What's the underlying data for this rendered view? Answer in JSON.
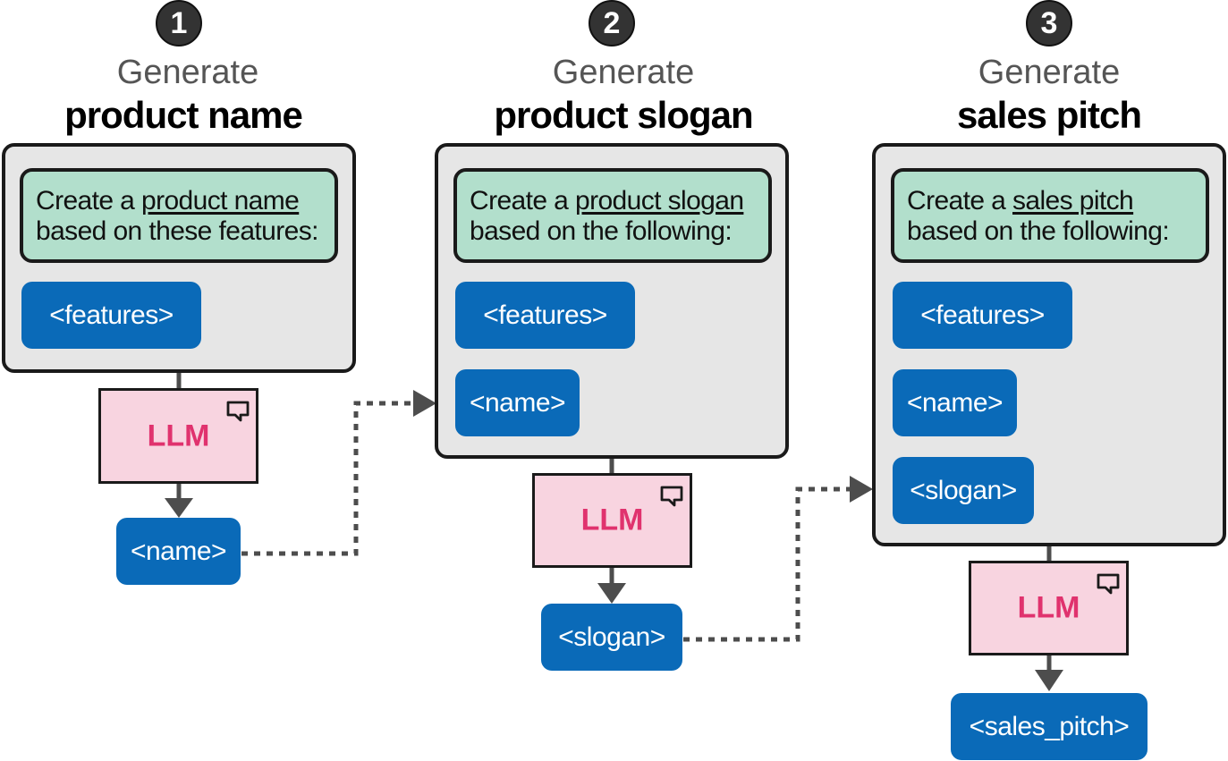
{
  "steps": [
    {
      "number": "1",
      "generate_label": "Generate",
      "title": "product name",
      "instruction_prefix": "Create a ",
      "instruction_target": "product name",
      "instruction_suffix": "based on these features:",
      "inputs": [
        "<features>"
      ],
      "model_label": "LLM",
      "output": "<name>"
    },
    {
      "number": "2",
      "generate_label": "Generate",
      "title": "product slogan",
      "instruction_prefix": "Create a ",
      "instruction_target": "product slogan",
      "instruction_suffix": "based on the following:",
      "inputs": [
        "<features>",
        "<name>"
      ],
      "model_label": "LLM",
      "output": "<slogan>"
    },
    {
      "number": "3",
      "generate_label": "Generate",
      "title": "sales pitch",
      "instruction_prefix": "Create a ",
      "instruction_target": "sales pitch",
      "instruction_suffix": "based on the following:",
      "inputs": [
        "<features>",
        "<name>",
        "<slogan>"
      ],
      "model_label": "LLM",
      "output": "<sales_pitch>"
    }
  ],
  "colors": {
    "panel_bg": "#e6e6e6",
    "instruction_bg": "#b2dfcc",
    "pill_bg": "#0a6ab8",
    "llm_bg": "#f8d4e0",
    "llm_text": "#e0326e",
    "badge_bg": "#333333",
    "connector": "#4d4d4d"
  },
  "icons": {
    "model": "chat-bubble-icon",
    "flow": "arrow-down-icon",
    "handoff": "dotted-arrow-icon"
  }
}
